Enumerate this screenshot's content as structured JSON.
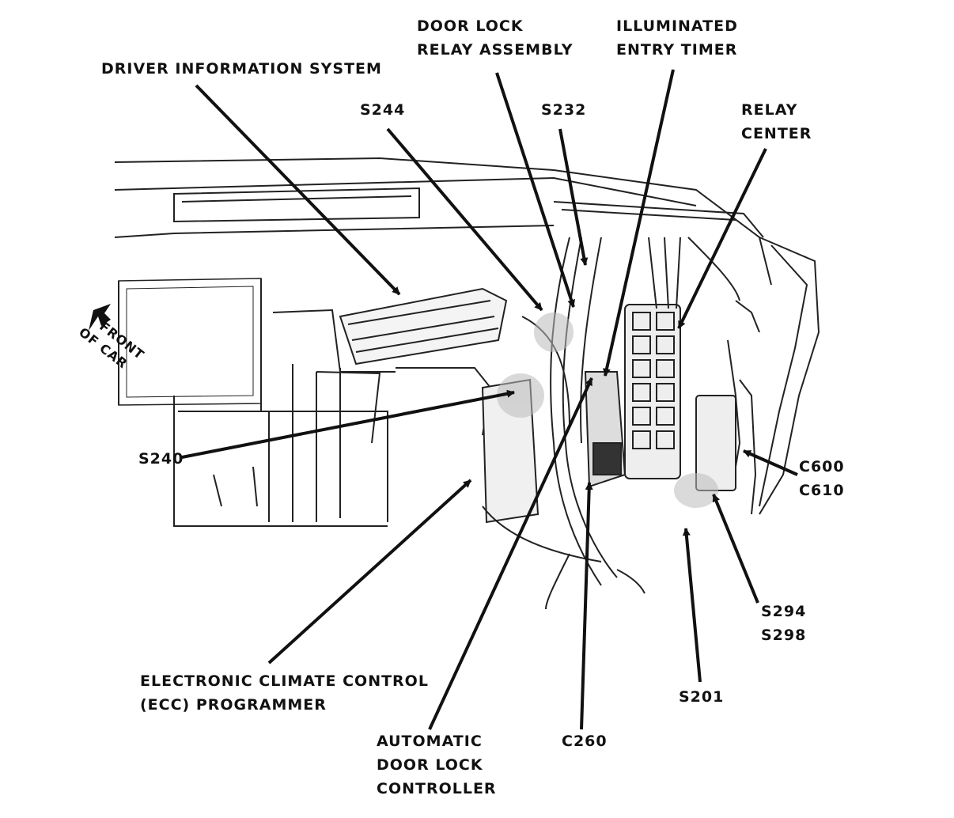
{
  "labels": {
    "driver_info": "DRIVER INFORMATION SYSTEM",
    "door_lock_relay": [
      "DOOR LOCK",
      "RELAY ASSEMBLY"
    ],
    "illuminated_entry": [
      "ILLUMINATED",
      "ENTRY TIMER"
    ],
    "s244": "S244",
    "s232": "S232",
    "relay_center": [
      "RELAY",
      "CENTER"
    ],
    "front_of_car": [
      "FRONT",
      "OF CAR"
    ],
    "s240": "S240",
    "c600_c610": [
      "C600",
      "C610"
    ],
    "s294_s298": [
      "S294",
      "S298"
    ],
    "ecc_programmer": [
      "ELECTRONIC CLIMATE CONTROL",
      "(ECC) PROGRAMMER"
    ],
    "s201": "S201",
    "automatic_door_lock": [
      "AUTOMATIC",
      "DOOR LOCK",
      "CONTROLLER"
    ],
    "c260": "C260"
  }
}
